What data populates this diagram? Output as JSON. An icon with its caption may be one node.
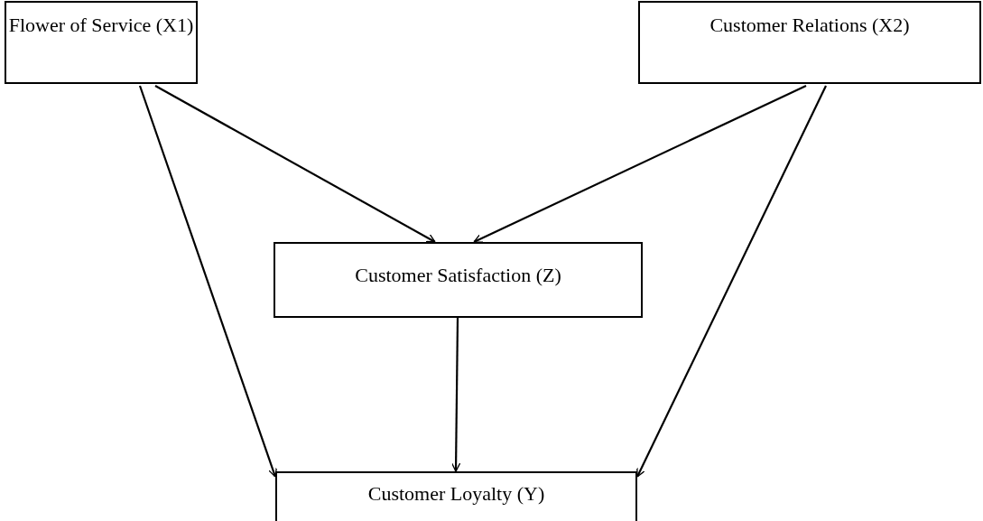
{
  "diagram": {
    "nodes": [
      {
        "text": [
          "Flower of Service (X1)"
        ]
      },
      {
        "text": [
          "Customer Relations (X2)"
        ]
      },
      {
        "text": [
          "Customer Satisfaction (Z)"
        ]
      },
      {
        "text": [
          "Customer Loyalty (Y)"
        ]
      }
    ],
    "edges": [
      {
        "from": 0,
        "to": 3,
        "arrow": "to"
      },
      {
        "from": 0,
        "to": 2,
        "arrow": "to"
      },
      {
        "from": 1,
        "to": 2,
        "arrow": "to"
      },
      {
        "from": 1,
        "to": 3,
        "arrow": "to"
      },
      {
        "from": 2,
        "to": 3,
        "arrow": "to"
      }
    ]
  }
}
